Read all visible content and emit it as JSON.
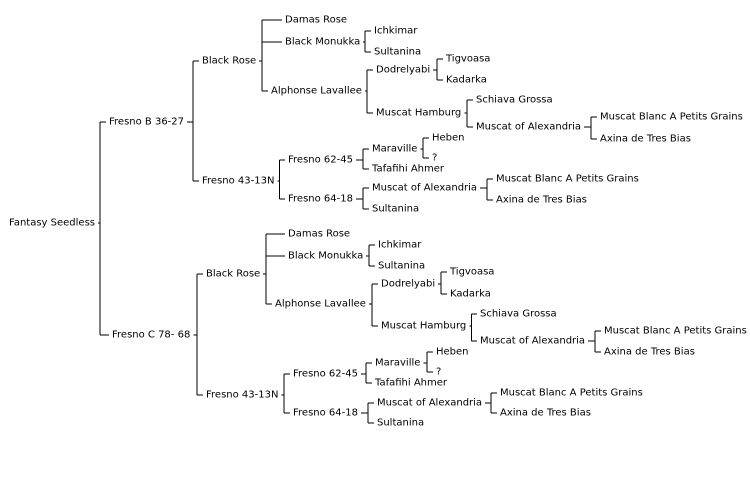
{
  "pedigree": {
    "name": "Fantasy Seedless",
    "children": [
      {
        "name": "Fresno B 36-27",
        "children": [
          {
            "name": "Black Rose",
            "children": [
              {
                "name": "Damas Rose"
              },
              {
                "name": "Black Monukka",
                "children": [
                  {
                    "name": "Ichkimar"
                  },
                  {
                    "name": "Sultanina"
                  }
                ]
              },
              {
                "name": "Alphonse Lavallee",
                "children": [
                  {
                    "name": "Dodrelyabi",
                    "children": [
                      {
                        "name": "Tigvoasa"
                      },
                      {
                        "name": "Kadarka"
                      }
                    ]
                  },
                  {
                    "name": "Muscat Hamburg",
                    "children": [
                      {
                        "name": "Schiava Grossa"
                      },
                      {
                        "name": "Muscat of Alexandria",
                        "children": [
                          {
                            "name": "Muscat Blanc A Petits Grains"
                          },
                          {
                            "name": "Axina de Tres Bias"
                          }
                        ]
                      }
                    ]
                  }
                ]
              }
            ]
          },
          {
            "name": "Fresno 43-13N",
            "children": [
              {
                "name": "Fresno 62-45",
                "children": [
                  {
                    "name": "Maraville",
                    "children": [
                      {
                        "name": "Heben"
                      },
                      {
                        "name": "?"
                      }
                    ]
                  },
                  {
                    "name": "Tafafihi Ahmer"
                  }
                ]
              },
              {
                "name": "Fresno 64-18",
                "children": [
                  {
                    "name": "Muscat of Alexandria",
                    "children": [
                      {
                        "name": "Muscat Blanc A Petits Grains"
                      },
                      {
                        "name": "Axina de Tres Bias"
                      }
                    ]
                  },
                  {
                    "name": "Sultanina"
                  }
                ]
              }
            ]
          }
        ]
      },
      {
        "name": "Fresno C 78- 68",
        "children": [
          {
            "name": "Black Rose",
            "children": [
              {
                "name": "Damas Rose"
              },
              {
                "name": "Black Monukka",
                "children": [
                  {
                    "name": "Ichkimar"
                  },
                  {
                    "name": "Sultanina"
                  }
                ]
              },
              {
                "name": "Alphonse Lavallee",
                "children": [
                  {
                    "name": "Dodrelyabi",
                    "children": [
                      {
                        "name": "Tigvoasa"
                      },
                      {
                        "name": "Kadarka"
                      }
                    ]
                  },
                  {
                    "name": "Muscat Hamburg",
                    "children": [
                      {
                        "name": "Schiava Grossa"
                      },
                      {
                        "name": "Muscat of Alexandria",
                        "children": [
                          {
                            "name": "Muscat Blanc A Petits Grains"
                          },
                          {
                            "name": "Axina de Tres Bias"
                          }
                        ]
                      }
                    ]
                  }
                ]
              }
            ]
          },
          {
            "name": "Fresno 43-13N",
            "children": [
              {
                "name": "Fresno 62-45",
                "children": [
                  {
                    "name": "Maraville",
                    "children": [
                      {
                        "name": "Heben"
                      },
                      {
                        "name": "?"
                      }
                    ]
                  },
                  {
                    "name": "Tafafihi Ahmer"
                  }
                ]
              },
              {
                "name": "Fresno 64-18",
                "children": [
                  {
                    "name": "Muscat of Alexandria",
                    "children": [
                      {
                        "name": "Muscat Blanc A Petits Grains"
                      },
                      {
                        "name": "Axina de Tres Bias"
                      }
                    ]
                  },
                  {
                    "name": "Sultanina"
                  }
                ]
              }
            ]
          }
        ]
      }
    ]
  }
}
